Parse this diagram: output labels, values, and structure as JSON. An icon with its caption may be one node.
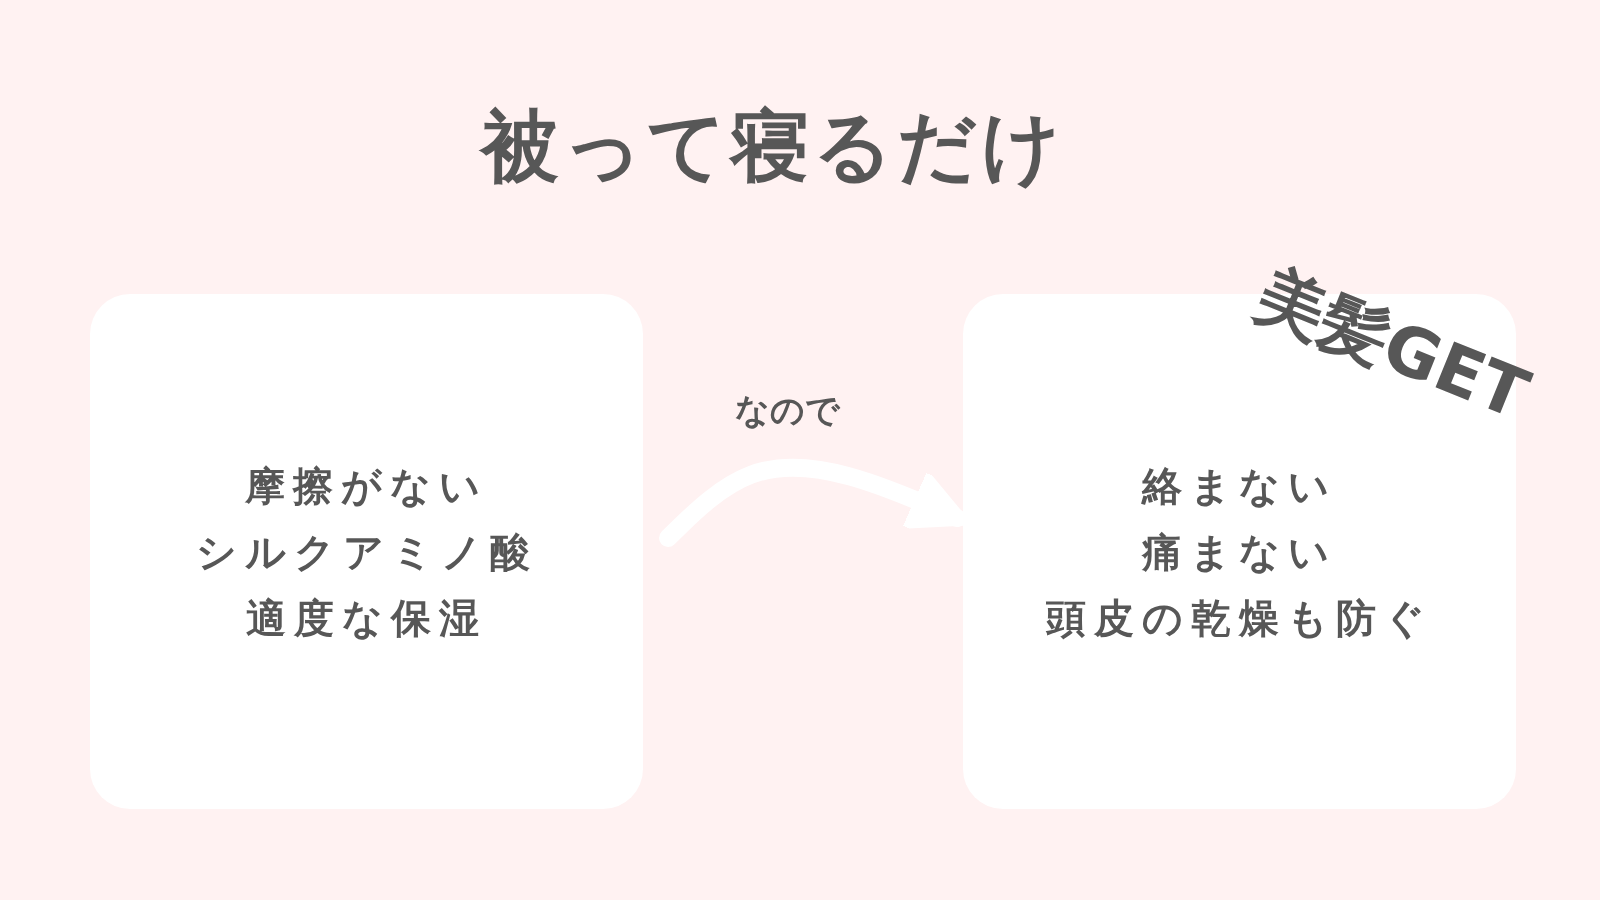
{
  "diagram": {
    "title": "被って寝るだけ",
    "nodes": [
      {
        "text": [
          "摩擦がない",
          "シルクアミノ酸",
          "適度な保湿"
        ]
      },
      {
        "text": [
          "絡まない",
          "痛まない",
          "頭皮の乾燥も防ぐ"
        ]
      }
    ],
    "edges": [
      {
        "from": 0,
        "to": 1,
        "arrow": "to",
        "label": "なので"
      }
    ],
    "labels": [
      "美髪GET"
    ]
  }
}
